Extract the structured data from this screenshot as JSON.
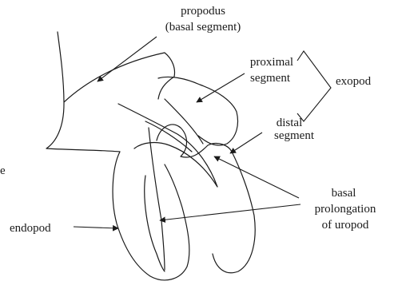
{
  "labels": {
    "propodus_line1": "propodus",
    "propodus_line2": "(basal segment)",
    "proximal_line1": "proximal",
    "proximal_line2": "segment",
    "exopod": "exopod",
    "distal_line1": "distal",
    "distal_line2": "segment",
    "basal_line1": "basal",
    "basal_line2": "prolongation",
    "basal_line3": "of uropod",
    "endopod": "endopod",
    "edge_fragment": "e"
  }
}
